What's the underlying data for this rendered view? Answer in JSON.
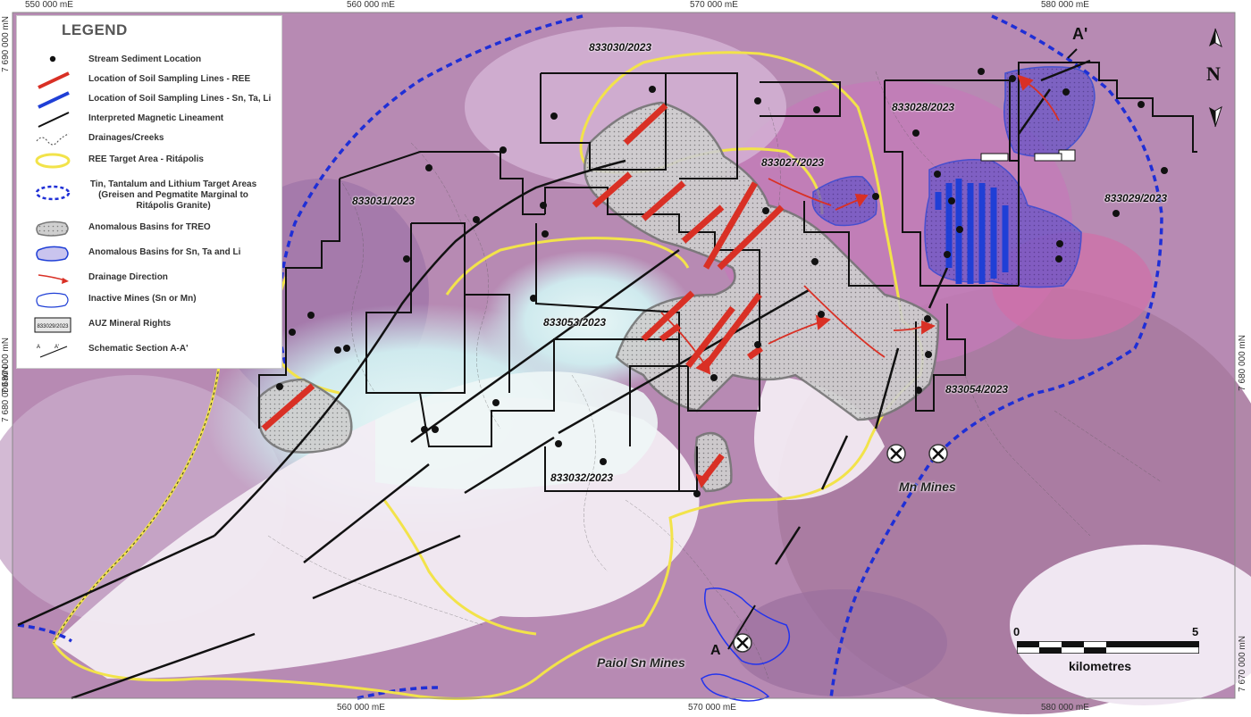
{
  "coords": {
    "top": [
      "550 000 mE",
      "560 000 mE",
      "570 000 mE",
      "580 000 mE"
    ],
    "bottom": [
      "560 000 mE",
      "570 000 mE",
      "580 000 mE"
    ],
    "left": [
      "7 690 000 mN",
      "7 680 000 mN",
      "7 680 000 mN"
    ],
    "right": [
      "7 680 000 mN",
      "7 670 000 mN"
    ]
  },
  "legend": {
    "title": "LEGEND",
    "items": [
      {
        "label": "Stream Sediment Location",
        "symbol": "dot-icon"
      },
      {
        "label": "Location of Soil Sampling Lines - REE",
        "symbol": "red-line-icon"
      },
      {
        "label": "Location of Soil Sampling Lines - Sn, Ta, Li",
        "symbol": "blue-line-icon"
      },
      {
        "label": "Interpreted Magnetic Lineament",
        "symbol": "black-line-icon"
      },
      {
        "label": "Drainages/Creeks",
        "symbol": "creek-icon"
      },
      {
        "label": "REE Target Area - Ritápolis",
        "symbol": "yellow-ellipse-icon"
      },
      {
        "label": "Tin, Tantalum and Lithium Target Areas (Greisen and Pegmatite Marginal to Ritápolis Granite)",
        "symbol": "blue-dashed-ellipse-icon"
      },
      {
        "label": "Anomalous Basins for TREO",
        "symbol": "grey-hatch-icon"
      },
      {
        "label": "Anomalous Basins for Sn, Ta and Li",
        "symbol": "blue-polygon-icon"
      },
      {
        "label": "Drainage Direction",
        "symbol": "red-arrow-icon"
      },
      {
        "label": "Inactive Mines (Sn or Mn)",
        "symbol": "mine-outline-icon"
      },
      {
        "label": "AUZ Mineral Rights",
        "symbol": "claim-box-icon"
      },
      {
        "label": "Schematic Section A-A'",
        "symbol": "section-line-icon"
      }
    ],
    "claim_sample": "833029/2023",
    "section_a": "A",
    "section_a_prime": "A'"
  },
  "claims": [
    "833030/2023",
    "833028/2023",
    "833027/2023",
    "833029/2023",
    "833031/2023",
    "833053/2023",
    "833054/2023",
    "833032/2023"
  ],
  "places": {
    "mn_mines": "Mn Mines",
    "paiol": "Paiol Sn Mines",
    "section_a": "A",
    "section_a_prime": "A'"
  },
  "north": {
    "label": "N"
  },
  "scale": {
    "zero": "0",
    "five": "5",
    "unit": "kilometres"
  },
  "colors": {
    "ree_line": "#d93025",
    "sn_line": "#1f3fd6",
    "lineament": "#111111",
    "yellow_target": "#f2e34a",
    "blue_target": "#2233cc",
    "treo_basin": "#9a9a9a",
    "sn_basin": "#3a4fd8",
    "claim": "#111111"
  }
}
